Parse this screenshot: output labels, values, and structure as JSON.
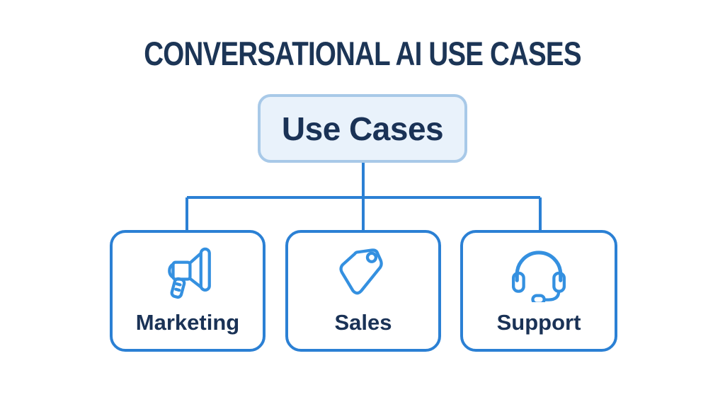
{
  "diagram": {
    "title": "CONVERSATIONAL AI USE CASES",
    "root": {
      "label": "Use Cases"
    },
    "children": [
      {
        "label": "Marketing",
        "icon": "megaphone-icon"
      },
      {
        "label": "Sales",
        "icon": "price-tag-icon"
      },
      {
        "label": "Support",
        "icon": "headset-icon"
      }
    ],
    "colors": {
      "background": "#ffffff",
      "title_text": "#1c3556",
      "label_text": "#1a3256",
      "root_fill": "#e9f2fb",
      "root_border": "#a8c9e8",
      "connector": "#2b80d4",
      "child_border": "#2b80d4",
      "icon_stroke": "#3490e0"
    }
  }
}
